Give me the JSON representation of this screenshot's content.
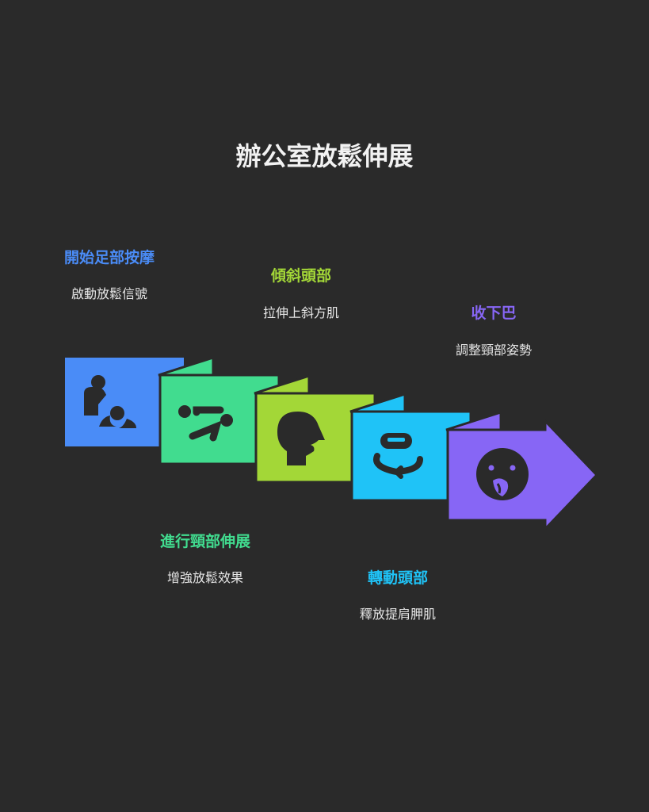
{
  "title": "辦公室放鬆伸展",
  "steps": [
    {
      "title": "開始足部按摩",
      "desc": "啟動放鬆信號",
      "color": "#4a8cf7",
      "icon": "massage-icon"
    },
    {
      "title": "進行頸部伸展",
      "desc": "增強放鬆效果",
      "color": "#41dc8f",
      "icon": "stretch-icon"
    },
    {
      "title": "傾斜頭部",
      "desc": "拉伸上斜方肌",
      "color": "#a3d737",
      "icon": "head-tilt-icon"
    },
    {
      "title": "轉動頭部",
      "desc": "釋放提肩胛肌",
      "color": "#1fc3f7",
      "icon": "head-rotate-icon"
    },
    {
      "title": "收下巴",
      "desc": "調整頸部姿勢",
      "color": "#8766f5",
      "icon": "chin-tuck-icon"
    }
  ]
}
